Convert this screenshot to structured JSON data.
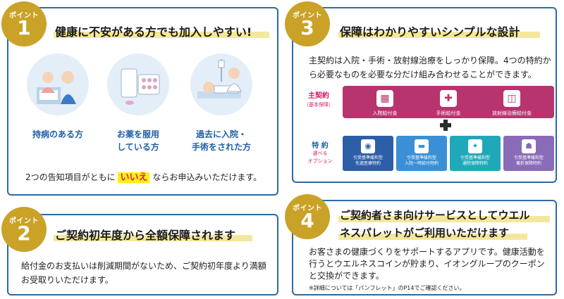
{
  "point1": {
    "badge_label": "ポイント",
    "badge_num": "1",
    "title": "健康に不安がある方でも加入しやすい!",
    "captions": [
      {
        "line1": "持病のある方",
        "line2": ""
      },
      {
        "line1": "お薬を服用",
        "line2": "している方"
      },
      {
        "line1": "過去に入院・",
        "line2": "手術をされた方"
      }
    ],
    "footer_pre": "2つの告知項目がともに",
    "footer_highlight": "いいえ",
    "footer_post": "ならお申込みいただけます。"
  },
  "point2": {
    "badge_label": "ポイント",
    "badge_num": "2",
    "title": "ご契約初年度から全額保障されます",
    "text": "給付金のお支払いは削減期間がないため、ご契約初年度より満額お受取りいただけます。"
  },
  "point3": {
    "badge_label": "ポイント",
    "badge_num": "3",
    "title": "保障はわかりやすいシンプルな設計",
    "text": "主契約は入院・手術・放射線治療をしっかり保障。4つの特約から必要なものを必要な分だけ組み合わせることができます。",
    "main_label": "主契約",
    "main_sub": "（基本保障）",
    "main_items": [
      "入院給付金",
      "手術給付金",
      "放射線治療給付金"
    ],
    "rider_label": "特 約",
    "rider_sub1": "選べる",
    "rider_sub2": "オプション",
    "riders": [
      {
        "line1": "引受基準緩和型",
        "line2": "先進医療特約"
      },
      {
        "line1": "引受基準緩和型",
        "line2": "入院一時給付特約"
      },
      {
        "line1": "引受基準緩和型",
        "line2": "通院保障特約"
      },
      {
        "line1": "引受基準緩和型",
        "line2": "備折保障特約"
      }
    ]
  },
  "point4": {
    "badge_label": "ポイント",
    "badge_num": "4",
    "title_line1": "ご契約者さま向けサービスとしてウエル",
    "title_line2": "ネスパレットがご利用いただけます",
    "text": "お客さまの健康づくりをサポートするアプリです。健康活動を行うとウエルネスコインが貯まり、イオングループのクーポンと交換ができます。",
    "note": "※詳細については「パンフレット」のP14でご確認ください。"
  },
  "colors": {
    "border": "#2d6aa8",
    "badge": "#c9a227",
    "highlight": "#f4e79d",
    "main_plan": "#b8346e",
    "rider_colors": [
      "#2d5fa8",
      "#3b8fd6",
      "#1fa9b8",
      "#8a6bb8"
    ]
  }
}
